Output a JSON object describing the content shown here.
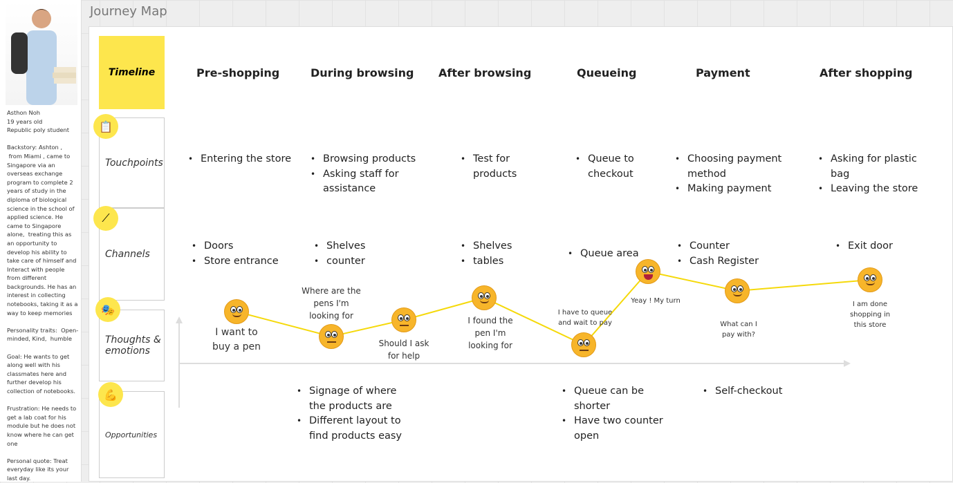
{
  "title": "Journey Map",
  "persona": {
    "name": "Asthon Noh",
    "age": "19 years old",
    "role": "Republic poly student",
    "bio": "Backstory: Ashton ,\n from Miami , came to Singapore via an overseas exchange program to complete 2 years of study in the diploma of biological science in the school of applied science. He came to Singapore alone,  treating this as an opportunity to develop his ability to take care of himself and Interact with people from different backgrounds. He has an interest in collecting notebooks, taking it as a way to keep memories\n\nPersonality traits:  Open-minded, Kind,  humble\n\nGoal: He wants to get along well with his classmates here and further develop his collection of notebooks.\n\nFrustration: He needs to get a lab coat for his module but he does not know where he can get one\n\nPersonal quote: Treat everyday like its your last day."
  },
  "rows": {
    "timeline": "Timeline",
    "touchpoints": "Touchpoints",
    "channels": "Channels",
    "thoughts": "Thoughts & emotions",
    "opportunities": "Opportunities"
  },
  "stages": [
    "Pre-shopping",
    "During browsing",
    "After browsing",
    "Queueing",
    "Payment",
    "After shopping"
  ],
  "touchpoints": [
    [
      "Entering the store"
    ],
    [
      "Browsing products",
      "Asking staff for assistance"
    ],
    [
      "Test for products"
    ],
    [
      "Queue to checkout"
    ],
    [
      "Choosing payment method",
      "Making payment"
    ],
    [
      "Asking for plastic bag",
      "Leaving the store"
    ]
  ],
  "channels": [
    [
      "Doors",
      "Store entrance"
    ],
    [
      "Shelves",
      "counter"
    ],
    [
      "Shelves",
      "tables"
    ],
    [
      "Queue area"
    ],
    [
      "Counter",
      "Cash Register"
    ],
    [
      "Exit door"
    ]
  ],
  "thoughts": [
    "I want to\nbuy a pen",
    "Where are the\npens I'm\nlooking for",
    "Should I ask\nfor help",
    "I found the\npen I'm\nlooking for",
    "I have to queue\nand wait to pay",
    "Yeay ! My turn",
    "What can I\npay with?",
    "I am done\nshopping in\nthis store"
  ],
  "opportunities": [
    [
      "Signage of where the products are",
      "Different layout to find products easy"
    ],
    [
      "Queue can be shorter",
      "Have two counter open"
    ],
    [
      "Self-checkout"
    ]
  ],
  "colors": {
    "accent": "#fde64d",
    "line": "#f5d90a"
  }
}
